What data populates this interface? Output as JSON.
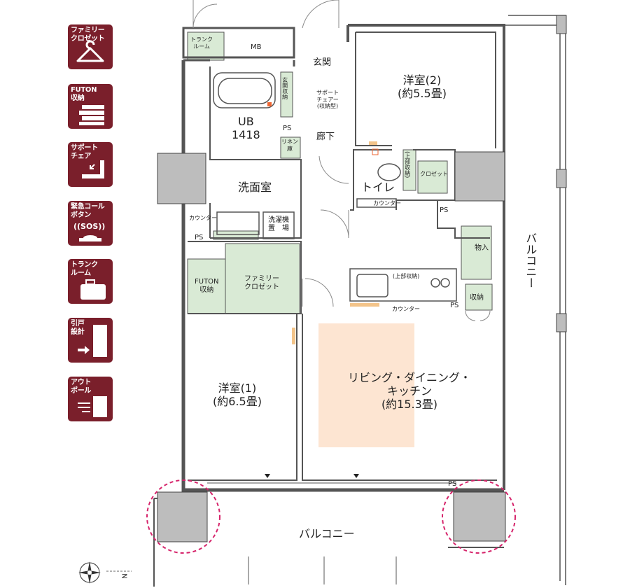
{
  "legend": [
    {
      "label": "ファミリー\nクロゼット",
      "icon": "hanger-icon"
    },
    {
      "label": "FUTON\n収納",
      "icon": "futon-icon"
    },
    {
      "label": "サポート\nチェア",
      "icon": "support-chair-icon"
    },
    {
      "label": "緊急コール\nボタン",
      "sub": "((SOS))",
      "icon": "sos-button-icon"
    },
    {
      "label": "トランク\nルーム",
      "icon": "trunk-icon"
    },
    {
      "label": "引戸\n設計",
      "icon": "sliding-door-icon"
    },
    {
      "label": "アウト\nポール",
      "icon": "outpole-icon"
    }
  ],
  "rooms": {
    "trunk_room": "トランク\nルーム",
    "mb": "MB",
    "genkan": "玄関",
    "genkan_storage": "玄関収納",
    "support_chair": "サポート\nチェアー\n(収納型)",
    "ub": "UB\n1418",
    "ps": "PS",
    "linen": "リネン\n庫",
    "hallway": "廊下",
    "western2": "洋室(2)\n(約5.5畳)",
    "toilet": "トイレ",
    "upper_storage_toilet": "(上部収納)",
    "counter": "カウンター",
    "closet": "クロゼット",
    "washroom": "洗面室",
    "washer": "洗濯機\n置　場",
    "futon": "FUTON\n収納",
    "family_closet": "ファミリー\nクロゼット",
    "goods": "物入",
    "kitchen_upper": "(上部収納)",
    "storage": "収納",
    "western1": "洋室(1)\n(約6.5畳)",
    "ldk": "リビング・ダイニング・\nキッチン\n(約15.3畳)",
    "balcony_right": "バルコニー",
    "balcony_bottom": "バルコニー",
    "north": "N"
  },
  "colors": {
    "legend_bg": "#7a1f2b",
    "storage_green": "#d9ead5",
    "ldk_highlight": "#fde5d2",
    "column_gray": "#bdbdbd",
    "highlight_circle": "#d6246b"
  }
}
